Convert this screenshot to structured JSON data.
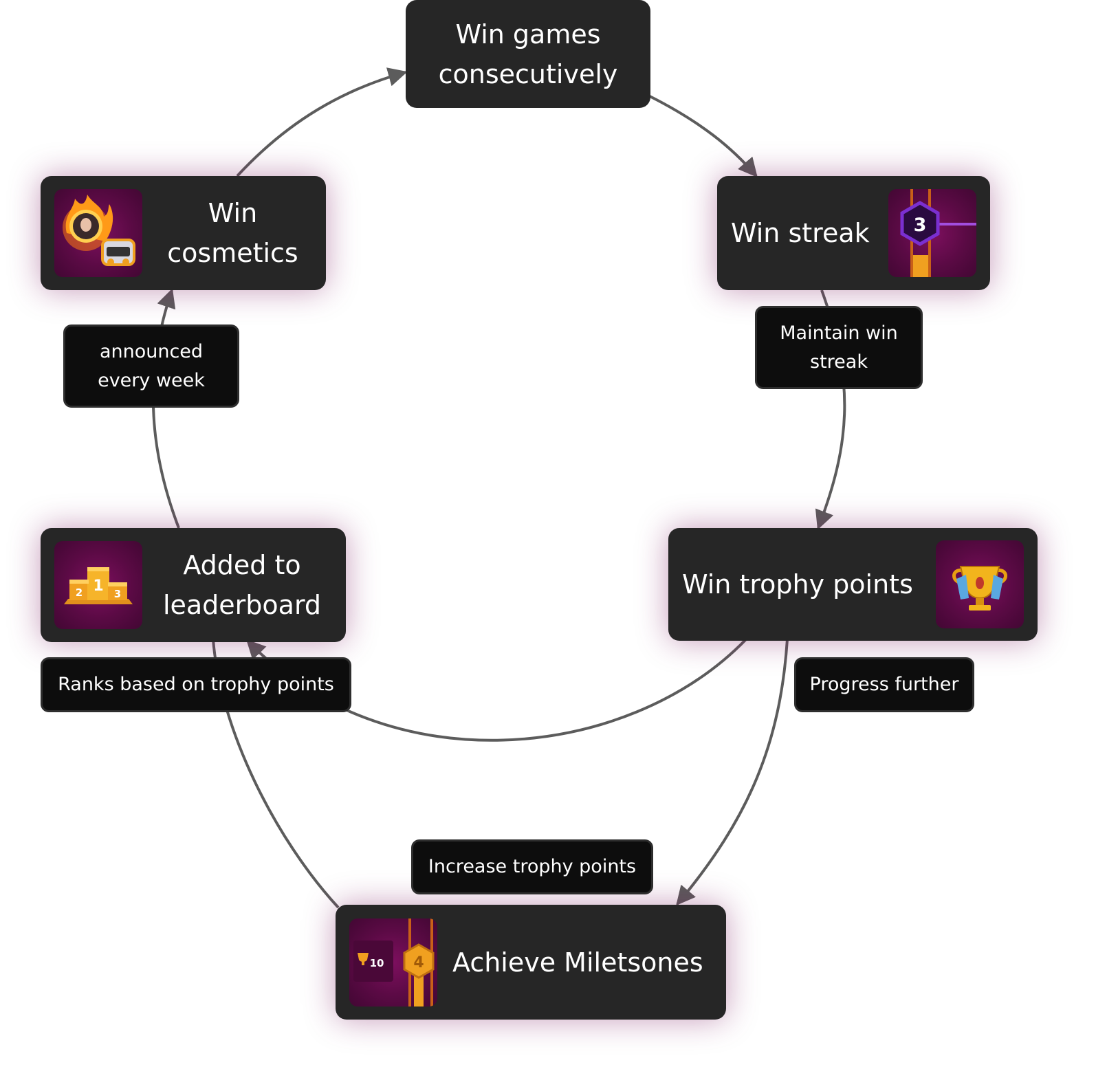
{
  "nodes": {
    "win_games": {
      "label": "Win games consecutively"
    },
    "win_streak": {
      "label": "Win streak",
      "icon": "win-streak-hexagon-icon",
      "badge": "3"
    },
    "win_trophy": {
      "label": "Win trophy points",
      "icon": "trophy-icon"
    },
    "milestones": {
      "label": "Achieve Miletsones",
      "icon": "milestone-badge-icon",
      "badge": "4",
      "small_badge": "10"
    },
    "leaderboard": {
      "label": "Added to leaderboard",
      "icon": "podium-icon",
      "podium": [
        "2",
        "1",
        "3"
      ]
    },
    "cosmetics": {
      "label": "Win cosmetics",
      "icon": "flaming-avatar-frame-icon"
    }
  },
  "edge_labels": {
    "maintain": "Maintain win streak",
    "progress": "Progress further",
    "increase": "Increase trophy points",
    "ranks": "Ranks based on trophy points",
    "announced": "announced every week"
  },
  "colors": {
    "node_bg": "#262626",
    "label_bg": "#0d0d0d",
    "edge": "#5c5c5c",
    "tile_purple": "#5a0a44",
    "accent_gold": "#f0a020",
    "accent_violet": "#7a2fd0"
  }
}
